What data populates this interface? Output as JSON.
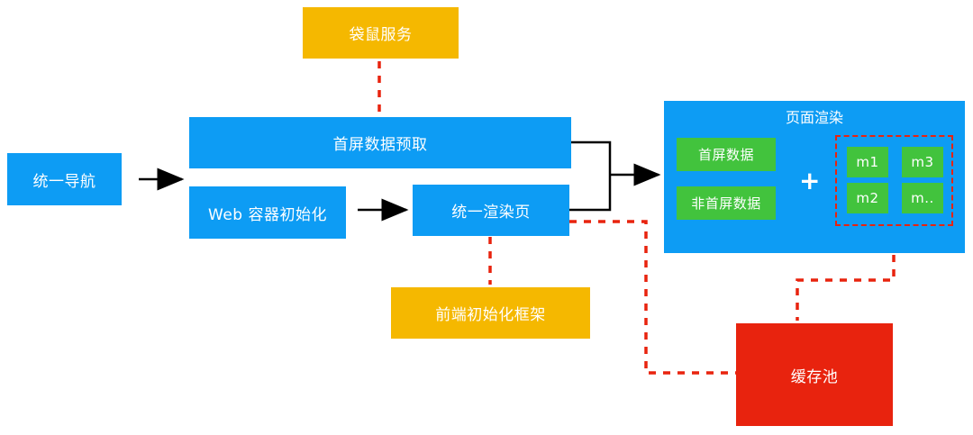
{
  "nodes": {
    "mouse_service": "袋鼠服务",
    "unified_nav": "统一导航",
    "first_screen_prefetch": "首屏数据预取",
    "web_container_init": "Web 容器初始化",
    "unified_render_page": "统一渲染页",
    "frontend_init_framework": "前端初始化框架",
    "cache_pool": "缓存池"
  },
  "render_panel": {
    "title": "页面渲染",
    "first_screen_data": "首屏数据",
    "non_first_screen_data": "非首屏数据",
    "plus": "+",
    "modules": [
      "m1",
      "m3",
      "m2",
      "m.."
    ]
  },
  "colors": {
    "blue": "#0d9cf4",
    "yellow": "#f5b800",
    "red": "#e8230e",
    "green": "#42c33d",
    "dashed_line": "#e8230e"
  }
}
